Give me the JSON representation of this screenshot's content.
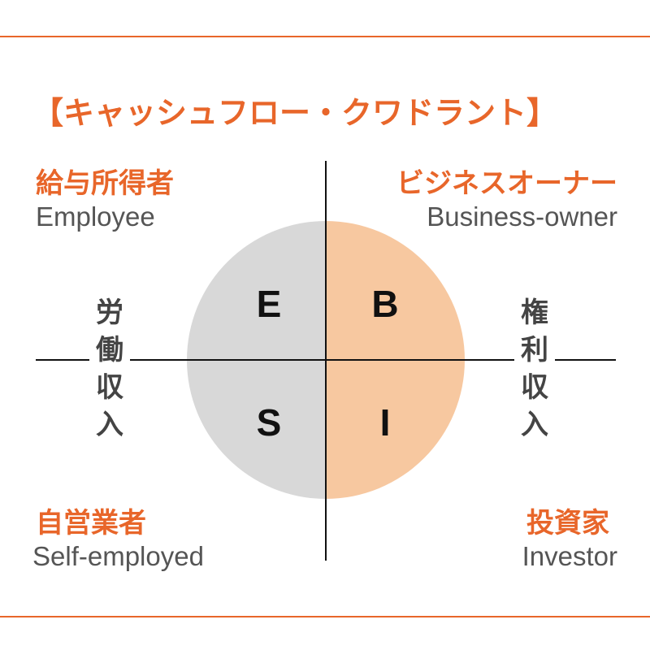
{
  "title": "【キャッシュフロー・クワドラント】",
  "quadrants": {
    "employee": {
      "jp": "給与所得者",
      "en": "Employee",
      "letter": "E"
    },
    "business_owner": {
      "jp": "ビジネスオーナー",
      "en": "Business-owner",
      "letter": "B"
    },
    "self_employed": {
      "jp": "自営業者",
      "en": "Self-employed",
      "letter": "S"
    },
    "investor": {
      "jp": "投資家",
      "en": "Investor",
      "letter": "I"
    }
  },
  "side_labels": {
    "left": [
      "労",
      "働",
      "収",
      "入"
    ],
    "right": [
      "権",
      "利",
      "収",
      "入"
    ]
  },
  "colors": {
    "accent": "#e8662a",
    "left_half": "#d8d8d8",
    "right_half": "#f7c8a0",
    "axis": "#111111",
    "english_text": "#555555"
  }
}
